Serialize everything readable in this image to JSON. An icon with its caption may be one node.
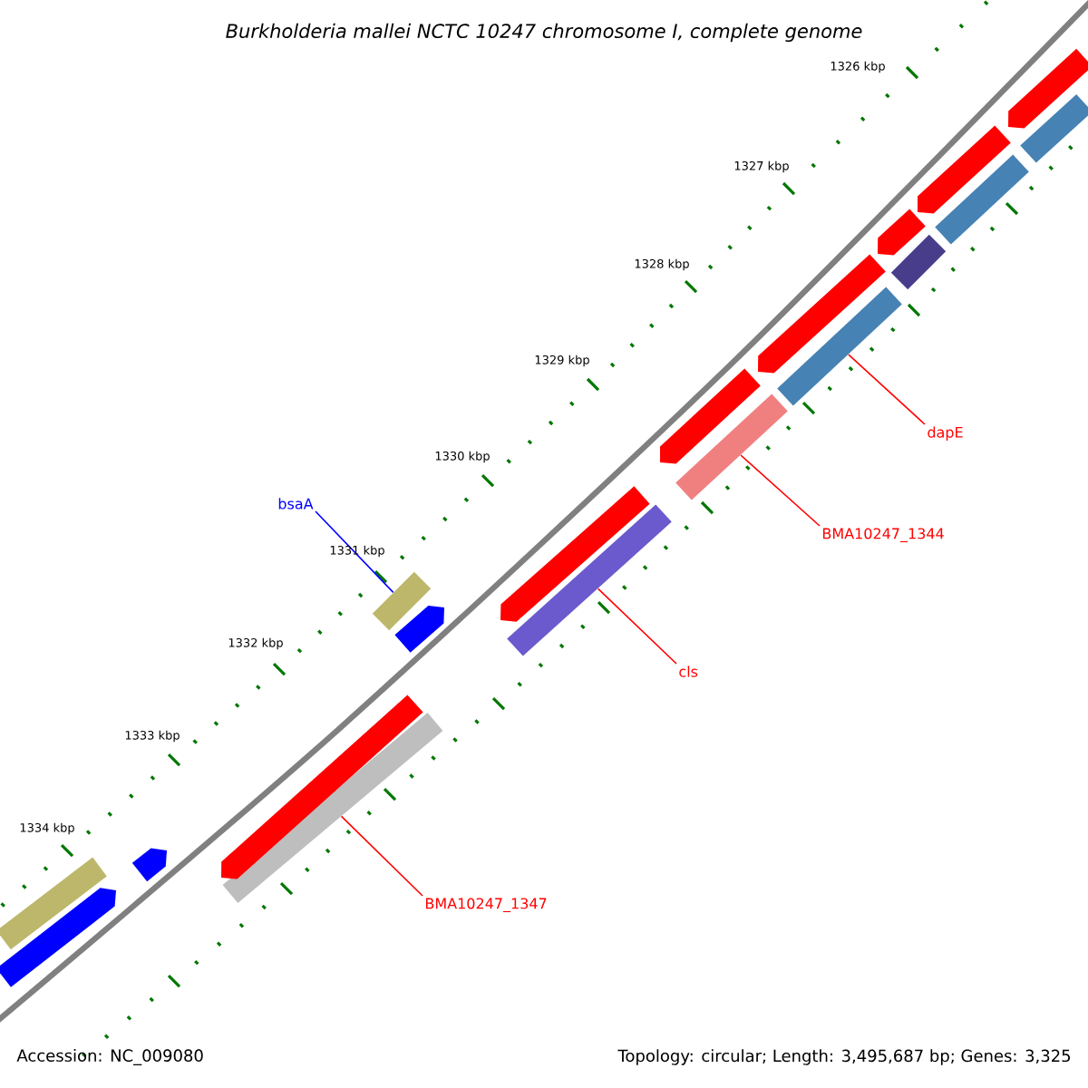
{
  "diagram": {
    "title": "Burkholderia mallei NCTC 10247 chromosome I, complete genome",
    "nodes": [
      {
        "text": [
          "dapE"
        ]
      },
      {
        "text": [],
        "shape": "bar"
      },
      {
        "text": [
          "BMA10247_1344"
        ]
      },
      {
        "text": [],
        "shape": "bar"
      },
      {
        "text": [
          "bsaA"
        ]
      },
      {
        "text": [],
        "shape": "bar"
      },
      {
        "text": [
          "cls"
        ]
      },
      {
        "text": [],
        "shape": "bar"
      },
      {
        "text": [
          "BMA10247_1347"
        ]
      },
      {
        "text": [],
        "shape": "bar"
      },
      {
        "text": [],
        "shape": "bar"
      },
      {
        "text": [],
        "shape": "bar"
      },
      {
        "text": [],
        "shape": "bar"
      },
      {
        "text": [],
        "shape": "bar"
      },
      {
        "text": [],
        "shape": "bar"
      },
      {
        "text": [],
        "shape": "bar"
      },
      {
        "text": [],
        "shape": "bar"
      },
      {
        "text": [],
        "shape": "bar"
      },
      {
        "text": [],
        "shape": "bar"
      },
      {
        "text": [],
        "shape": "bar"
      },
      {
        "text": [],
        "shape": "bar"
      },
      {
        "text": [],
        "shape": "bar"
      },
      {
        "text": [],
        "shape": "bar"
      },
      {
        "text": [],
        "shape": "bar"
      }
    ],
    "edges": [
      {
        "from": 0,
        "to": 1,
        "arrow": "none"
      },
      {
        "from": 2,
        "to": 3,
        "arrow": "none"
      },
      {
        "from": 4,
        "to": 5,
        "arrow": "none",
        "color": "#0000ff"
      },
      {
        "from": 6,
        "to": 7,
        "arrow": "none"
      },
      {
        "from": 8,
        "to": 9,
        "arrow": "none"
      }
    ],
    "labels": [
      "1326 kbp",
      "1327 kbp",
      "1328 kbp",
      "1329 kbp",
      "1330 kbp",
      "1331 kbp",
      "1332 kbp",
      "1333 kbp",
      "1334 kbp",
      "Accession: NC_009080",
      "Topology: circular; Length: 3,495,687 bp; Genes: 3,325"
    ]
  }
}
